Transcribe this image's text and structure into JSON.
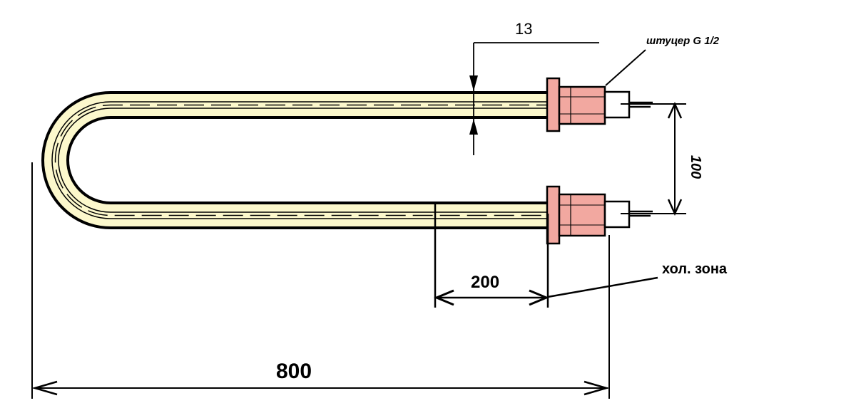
{
  "labels": {
    "pitch": "13",
    "fitting": "штуцер G 1/2",
    "spacing": "100",
    "cold_length": "200",
    "cold_zone": "хол. зона",
    "total_length": "800"
  },
  "colors": {
    "tube_fill": "#fcf8cc",
    "fitting_fill": "#f2a8a0",
    "line": "#000000"
  }
}
